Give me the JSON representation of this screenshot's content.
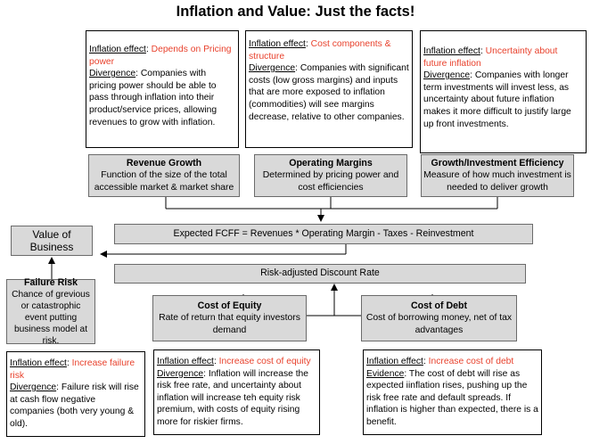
{
  "title": "Inflation and Value: Just the facts!",
  "notes": {
    "pricing": {
      "effect_label": "Inflation effect",
      "effect_value": "Depends on Pricing power",
      "detail_label": "Divergence",
      "detail_text": "Companies with pricing power should be able to pass through inflation into their product/service prices, allowing revenues to grow with inflation."
    },
    "costs": {
      "effect_label": "Inflation effect",
      "effect_value": "Cost components & structure",
      "detail_label": "Divergence",
      "detail_text": "Companies with significant costs (low gross margins) and inputs that are more exposed to inflation (commodities) will see margins decrease, relative to other companies."
    },
    "uncertainty": {
      "effect_label": "Inflation effect",
      "effect_value": "Uncertainty about future inflation",
      "detail_label": "Divergence",
      "detail_text": "Companies with longer term investments will invest less, as uncertainty about future inflation makes it more difficult to justify large up front investments."
    },
    "failure": {
      "effect_label": "Inflation  effect",
      "effect_value": "Increase failure risk",
      "detail_label": "Divergence",
      "detail_text": "Failure risk will rise at cash flow negative companies (both very young & old)."
    },
    "equity": {
      "effect_label": "Inflation effect",
      "effect_value": "Increase cost of equity",
      "detail_label": "Divergence",
      "detail_text": "Inflation will increase the risk free rate, and uncertainty about inflation will increase teh equity risk premium, with costs of equity rising more for riskier firms."
    },
    "debt": {
      "effect_label": "Inflation effect",
      "effect_value": "Increase cost of debt",
      "detail_label": "Evidence",
      "detail_text": "The cost of debt will rise as expected iinflation rises, pushing up the risk free rate and default spreads. If inflation is higher than expected, there is a benefit."
    }
  },
  "drivers": {
    "revenue": {
      "title": "Revenue Growth",
      "desc": "Function of the size of the total accessible market & market share"
    },
    "margins": {
      "title": "Operating Margins",
      "desc": "Determined by pricing power and cost efficiencies"
    },
    "growth": {
      "title": "Growth/Investment Efficiency",
      "desc": "Measure of how much investment is needed to deliver growth"
    },
    "equity": {
      "title": "Cost of Equity",
      "desc": "Rate of return that equity investors demand"
    },
    "debt": {
      "title": "Cost of Debt",
      "desc": "Cost of borrowing money, net of tax advantages"
    },
    "failure": {
      "title": "Failure Risk",
      "desc": "Chance of grevious or catastrophic event putting business model at risk."
    }
  },
  "fcff": "Expected FCFF = Revenues * Operating Margin - Taxes - Reinvestment",
  "discount": "Risk-adjusted Discount Rate",
  "value": "Value of Business"
}
